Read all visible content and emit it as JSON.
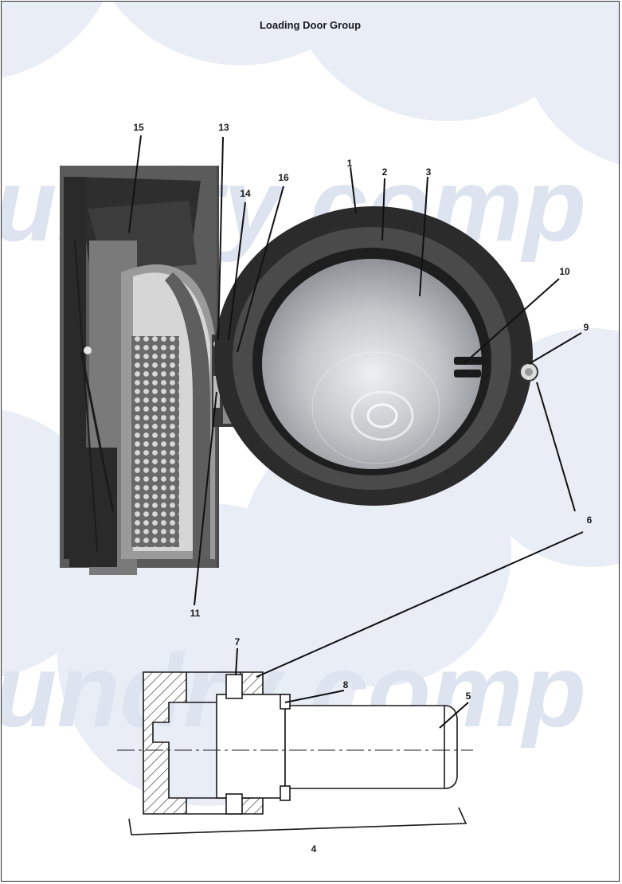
{
  "page": {
    "title": "Loading Door Group"
  },
  "watermark": {
    "colors": {
      "pale": "#e8edf6",
      "text": "#dde3ef"
    }
  },
  "callouts": {
    "c1": "1",
    "c2": "2",
    "c3": "3",
    "c4": "4",
    "c5": "5",
    "c6a": "6",
    "c6b": "6",
    "c7": "7",
    "c8": "8",
    "c9": "9",
    "c10": "10",
    "c11": "11",
    "c13": "13",
    "c14": "14",
    "c15": "15",
    "c16": "16"
  },
  "colors": {
    "ink": "#1a1a1a",
    "door_ring": "#2b2b2b",
    "glass": "#c9cccf",
    "machine_dark": "#3a3a3a",
    "hatch": "#444444"
  }
}
